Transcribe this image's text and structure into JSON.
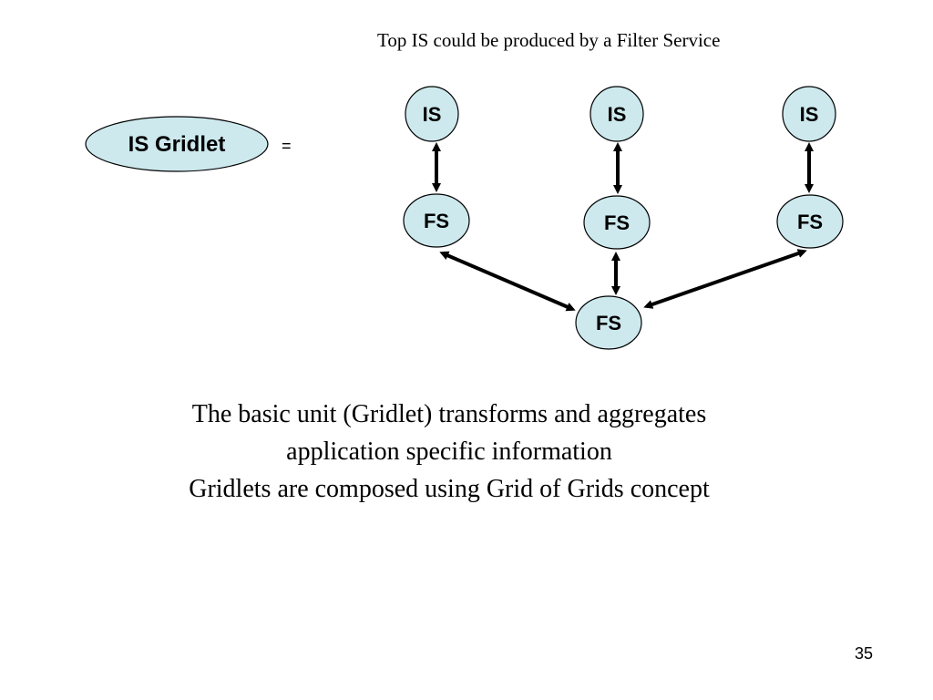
{
  "slide": {
    "top_caption": "Top IS could be produced by a Filter Service",
    "equals_sign": "=",
    "body_lines": [
      "The basic unit (Gridlet) transforms and aggregates",
      "application specific information",
      "Gridlets are composed using Grid of Grids concept"
    ],
    "page_number": "35"
  },
  "diagram": {
    "node_fill": "#cde9ee",
    "gridlet_label": "IS Gridlet",
    "is_nodes": [
      "IS",
      "IS",
      "IS"
    ],
    "fs_nodes": [
      "FS",
      "FS",
      "FS"
    ],
    "root_node": "FS"
  }
}
